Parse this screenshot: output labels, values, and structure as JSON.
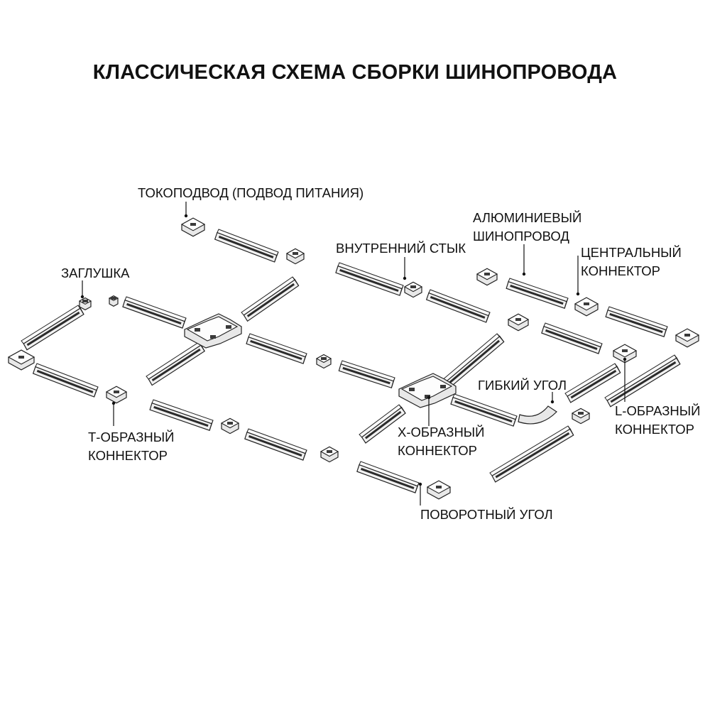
{
  "title": "КЛАССИЧЕСКАЯ СХЕМА СБОРКИ ШИНОПРОВОДА",
  "labels": {
    "power_feed": "ТОКОПОДВОД (ПОДВОД ПИТАНИЯ)",
    "end_cap": "ЗАГЛУШКА",
    "inner_joint": "ВНУТРЕННИЙ СТЫК",
    "aluminum_line1": "АЛЮМИНИЕВЫЙ",
    "aluminum_line2": "ШИНОПРОВОД",
    "central_line1": "ЦЕНТРАЛЬНЫЙ",
    "central_line2": "КОННЕКТОР",
    "flexible_corner": "ГИБКИЙ УГОЛ",
    "l_line1": "L-ОБРАЗНЫЙ",
    "l_line2": "КОННЕКТОР",
    "t_line1": "Т-ОБРАЗНЫЙ",
    "t_line2": "КОННЕКТОР",
    "x_line1": "Х-ОБРАЗНЫЙ",
    "x_line2": "КОННЕКТОР",
    "rotary_corner": "ПОВОРОТНЫЙ УГОЛ"
  }
}
